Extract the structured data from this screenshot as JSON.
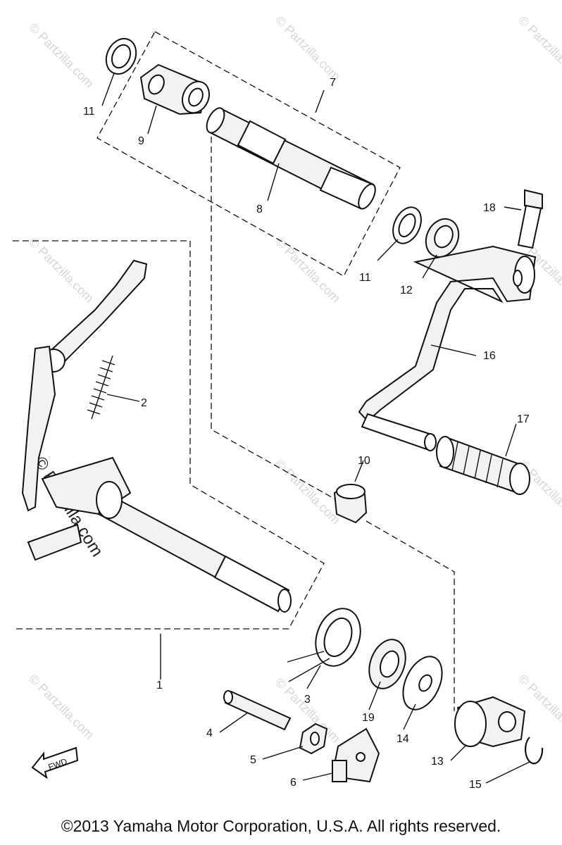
{
  "watermark": "© Partzilla.com",
  "fwd_label": "FWD",
  "callouts": {
    "c1": "1",
    "c2": "2",
    "c3": "3",
    "c4": "4",
    "c5": "5",
    "c6": "6",
    "c7": "7",
    "c8": "8",
    "c9": "9",
    "c10": "10",
    "c11a": "11",
    "c11b": "11",
    "c12": "12",
    "c13": "13",
    "c14": "14",
    "c15": "15",
    "c16": "16",
    "c17": "17",
    "c18": "18",
    "c19": "19"
  },
  "copyright": "©2013 Yamaha Motor Corporation, U.S.A. All rights reserved."
}
